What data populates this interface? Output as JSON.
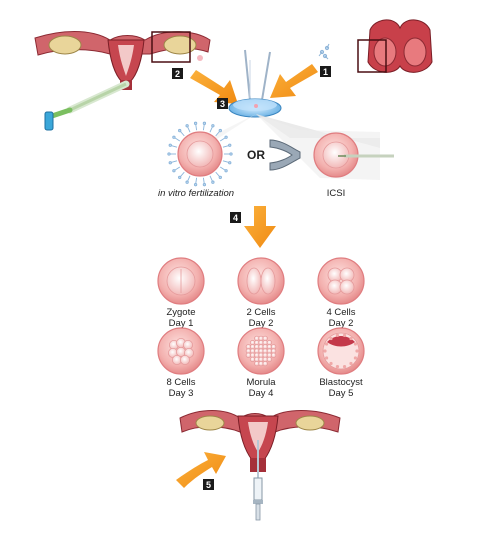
{
  "steps": [
    "1",
    "2",
    "3",
    "4",
    "5"
  ],
  "methods": {
    "ivf_label": "in vitro fertilization",
    "or_label": "OR",
    "icsi_label": "ICSI"
  },
  "embryo_stages": [
    {
      "name": "Zygote",
      "day": "Day 1"
    },
    {
      "name": "2 Cells",
      "day": "Day 2"
    },
    {
      "name": "4 Cells",
      "day": "Day 2"
    },
    {
      "name": "8 Cells",
      "day": "Day 3"
    },
    {
      "name": "Morula",
      "day": "Day 4"
    },
    {
      "name": "Blastocyst",
      "day": "Day 5"
    }
  ],
  "colors": {
    "arrow": "#f59a1c",
    "cell": "#f3b7b5",
    "cell_inner": "#f7d3d1",
    "tissue": "#c9505a",
    "dish": "#6fb8e8",
    "badge": "#1a1a1a"
  }
}
